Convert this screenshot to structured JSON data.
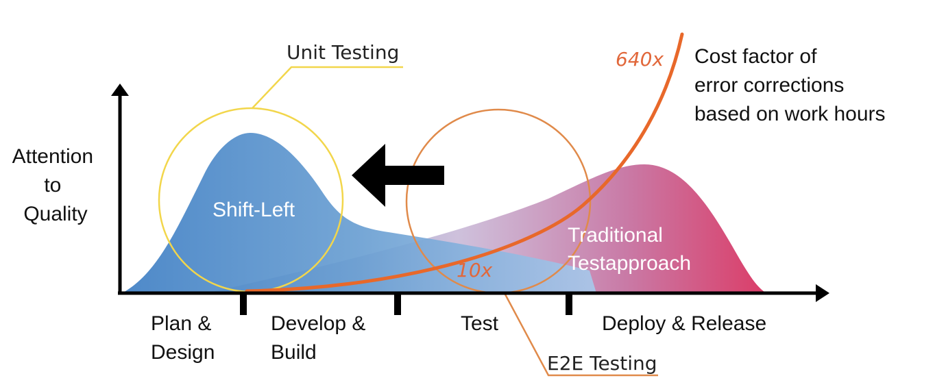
{
  "y_axis_label": [
    "Attention",
    "to",
    "Quality"
  ],
  "phases": [
    {
      "lines": [
        "Plan &",
        "Design"
      ]
    },
    {
      "lines": [
        "Develop &",
        "Build"
      ]
    },
    {
      "lines": [
        "Test"
      ]
    },
    {
      "lines": [
        "Deploy & Release"
      ]
    }
  ],
  "curves": {
    "shift_left": "Shift-Left",
    "traditional": [
      "Traditional",
      "Testapproach"
    ]
  },
  "callouts": {
    "unit_testing": "Unit Testing",
    "e2e_testing": "E2E Testing"
  },
  "cost_curve": {
    "start_factor": "10x",
    "end_factor": "640x",
    "note": [
      "Cost factor of",
      "error corrections",
      "based on work hours"
    ]
  },
  "colors": {
    "shift_left_blue": "#4a86c6",
    "traditional_magenta": "#d83f6d",
    "cost_orange": "#e8682a",
    "unit_circle_yellow": "#f2d64b",
    "e2e_circle_orange": "#e08a4a",
    "axis": "#000000"
  }
}
